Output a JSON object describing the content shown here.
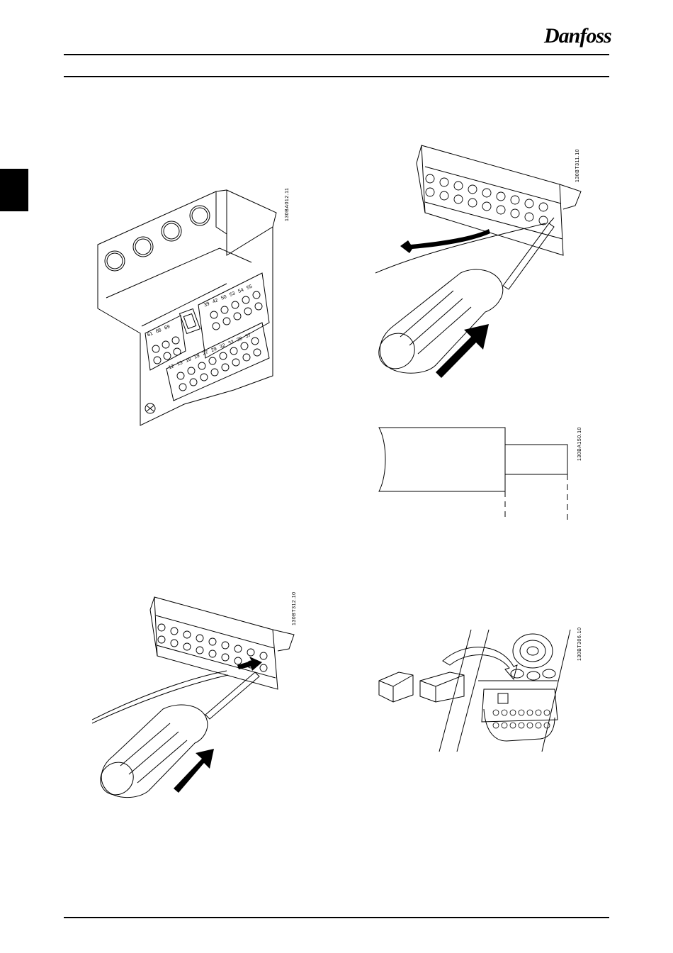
{
  "header": {
    "logo_text": "Danfoss"
  },
  "figures": {
    "terminals": {
      "code": "130BA012.11",
      "upper_labels": [
        "39",
        "42",
        "50",
        "53",
        "54",
        "55"
      ],
      "left_labels": [
        "61",
        "68",
        "69"
      ],
      "lower_labels": [
        "12",
        "13",
        "18",
        "19",
        "27",
        "29",
        "32",
        "33",
        "20",
        "37"
      ]
    },
    "open_clamp": {
      "code": "130BT311.10"
    },
    "strip_wire": {
      "code": "130BA150.10"
    },
    "insert_wire": {
      "code": "130BT312.10"
    },
    "plug_block": {
      "code": "130BT306.10"
    }
  }
}
